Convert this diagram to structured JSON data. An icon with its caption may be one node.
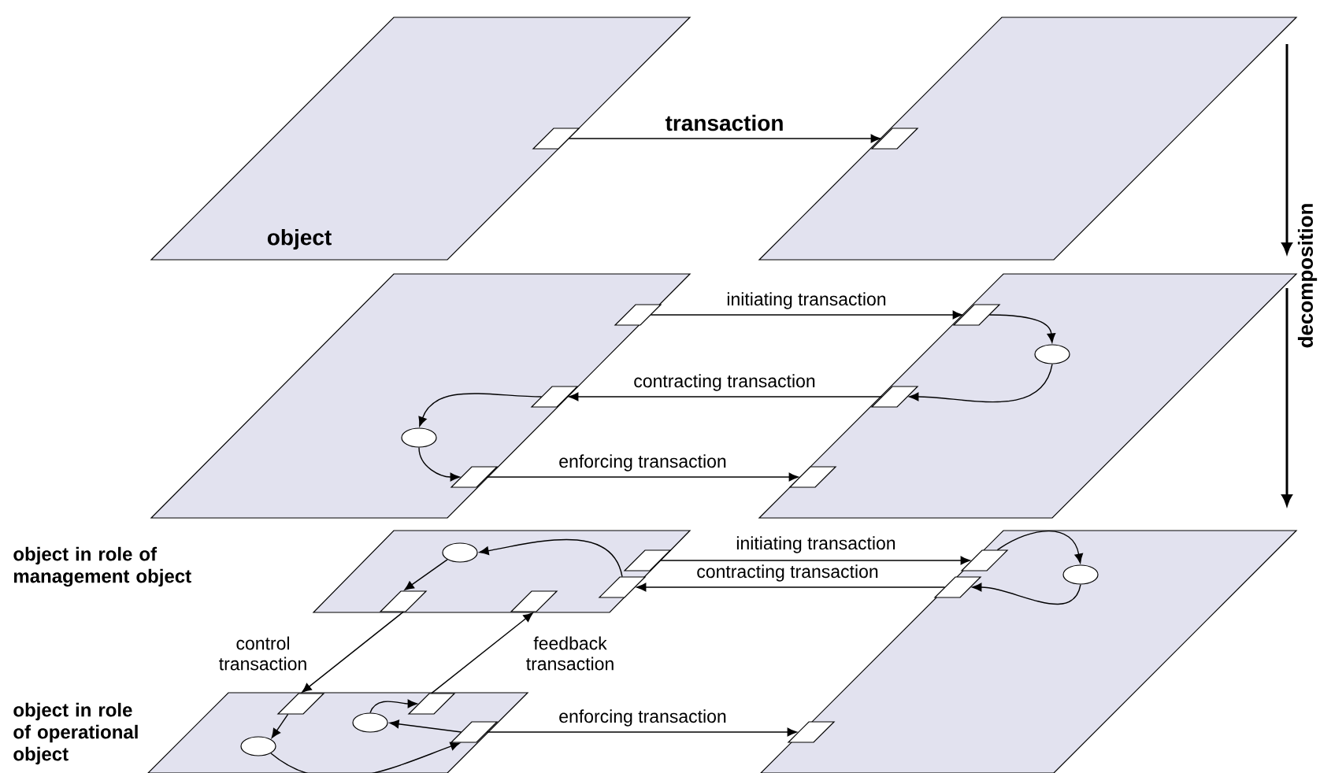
{
  "diagram": {
    "nodes": [
      {
        "text": [
          "object"
        ]
      },
      {
        "text": [],
        "shape": "parallelogram"
      },
      {
        "text": [],
        "shape": "parallelogram",
        "in": 0
      },
      {
        "text": [],
        "shape": "parallelogram",
        "in": 1
      },
      {
        "text": [],
        "shape": "parallelogram"
      },
      {
        "text": [],
        "shape": "parallelogram"
      },
      {
        "text": [],
        "shape": "parallelogram",
        "in": 4
      },
      {
        "text": [],
        "shape": "parallelogram",
        "in": 4
      },
      {
        "text": [],
        "shape": "ellipse",
        "in": 4
      },
      {
        "text": [],
        "shape": "parallelogram",
        "in": 4
      },
      {
        "text": [],
        "shape": "parallelogram",
        "in": 5
      },
      {
        "text": [],
        "shape": "ellipse",
        "in": 5
      },
      {
        "text": [],
        "shape": "parallelogram",
        "in": 5
      },
      {
        "text": [],
        "shape": "parallelogram",
        "in": 5
      },
      {
        "text": [],
        "shape": "parallelogram"
      },
      {
        "text": [],
        "shape": "parallelogram",
        "beside": [
          "object in role of operational object"
        ]
      },
      {
        "text": [],
        "shape": "parallelogram"
      },
      {
        "text": [],
        "shape": "ellipse",
        "in": 14
      },
      {
        "text": [],
        "shape": "parallelogram",
        "in": 14
      },
      {
        "text": [],
        "shape": "parallelogram",
        "in": 14
      },
      {
        "text": [],
        "shape": "parallelogram",
        "in": 14
      },
      {
        "text": [],
        "shape": "parallelogram",
        "in": 14
      },
      {
        "text": [],
        "shape": "parallelogram",
        "in": 15
      },
      {
        "text": [],
        "shape": "parallelogram",
        "in": 15
      },
      {
        "text": [],
        "shape": "ellipse",
        "in": 15
      },
      {
        "text": [],
        "shape": "ellipse",
        "in": 15
      },
      {
        "text": [],
        "shape": "parallelogram",
        "in": 15
      },
      {
        "text": [],
        "shape": "parallelogram",
        "in": 16
      },
      {
        "text": [],
        "shape": "parallelogram",
        "in": 16
      },
      {
        "text": [],
        "shape": "ellipse",
        "in": 16
      },
      {
        "text": [],
        "shape": "parallelogram",
        "in": 16
      }
    ],
    "edges": [
      {
        "from": 2,
        "to": 3,
        "arrow": "to",
        "label": "transaction"
      },
      {
        "from": 6,
        "to": 10,
        "arrow": "to",
        "label": "initiating transaction"
      },
      {
        "from": 12,
        "to": 7,
        "arrow": "to",
        "label": "contracting transaction"
      },
      {
        "from": 9,
        "to": 13,
        "arrow": "to",
        "label": "enforcing transaction"
      },
      {
        "from": 10,
        "to": 11,
        "arrow": "to"
      },
      {
        "from": 11,
        "to": 12,
        "arrow": "to"
      },
      {
        "from": 7,
        "to": 8,
        "arrow": "to"
      },
      {
        "from": 8,
        "to": 9,
        "arrow": "to"
      },
      {
        "from": 18,
        "to": 27,
        "arrow": "to",
        "label": "initiating transaction"
      },
      {
        "from": 28,
        "to": 19,
        "arrow": "to",
        "label": "contracting transaction"
      },
      {
        "from": 27,
        "to": 29,
        "arrow": "to"
      },
      {
        "from": 29,
        "to": 28,
        "arrow": "to"
      },
      {
        "from": 19,
        "to": 17,
        "arrow": "to"
      },
      {
        "from": 17,
        "to": 20,
        "arrow": "to"
      },
      {
        "from": 20,
        "to": 22,
        "arrow": "to",
        "label": "control transaction"
      },
      {
        "from": 23,
        "to": 21,
        "arrow": "to",
        "label": "feedback transaction"
      },
      {
        "from": 22,
        "to": 24,
        "arrow": "to"
      },
      {
        "from": 24,
        "to": 26,
        "arrow": "to"
      },
      {
        "from": 26,
        "to": 25,
        "arrow": "to"
      },
      {
        "from": 25,
        "to": 23,
        "arrow": "to"
      },
      {
        "from": 26,
        "to": 30,
        "arrow": "to",
        "label": "enforcing transaction"
      }
    ],
    "labels": [
      "decomposition",
      "object in role of management object"
    ]
  }
}
